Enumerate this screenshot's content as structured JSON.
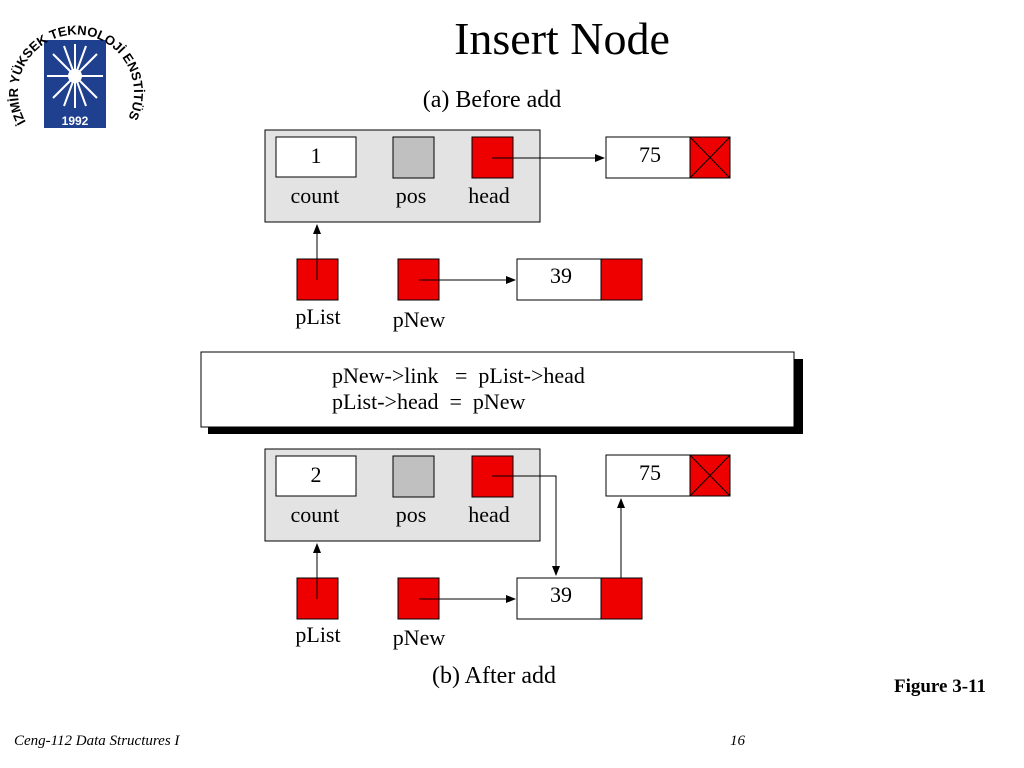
{
  "slide": {
    "title": "Insert Node",
    "figure_label": "Figure 3-11",
    "footer": "Ceng-112 Data Structures I",
    "page_number": "16"
  },
  "logo": {
    "ring_text": "İZMİR YÜKSEK TEKNOLOJİ ENSTİTÜSÜ",
    "year": "1992"
  },
  "colors": {
    "node_red": "#ee0000",
    "head_gray_fill": "#e3e3e3",
    "pos_gray": "#c0c0c0",
    "logo_blue": "#1f3f8f"
  },
  "before": {
    "caption": "(a) Before  add",
    "count_value": "1",
    "count_label": "count",
    "pos_label": "pos",
    "head_label": "head",
    "node_75": "75",
    "node_39": "39",
    "plist_label": "pList",
    "pnew_label": "pNew"
  },
  "code": {
    "line1": "pNew->link   =  pList->head",
    "line2": "pList->head  =  pNew"
  },
  "after": {
    "caption": "(b) After  add",
    "count_value": "2",
    "count_label": "count",
    "pos_label": "pos",
    "head_label": "head",
    "node_75": "75",
    "node_39": "39",
    "plist_label": "pList",
    "pnew_label": "pNew"
  }
}
